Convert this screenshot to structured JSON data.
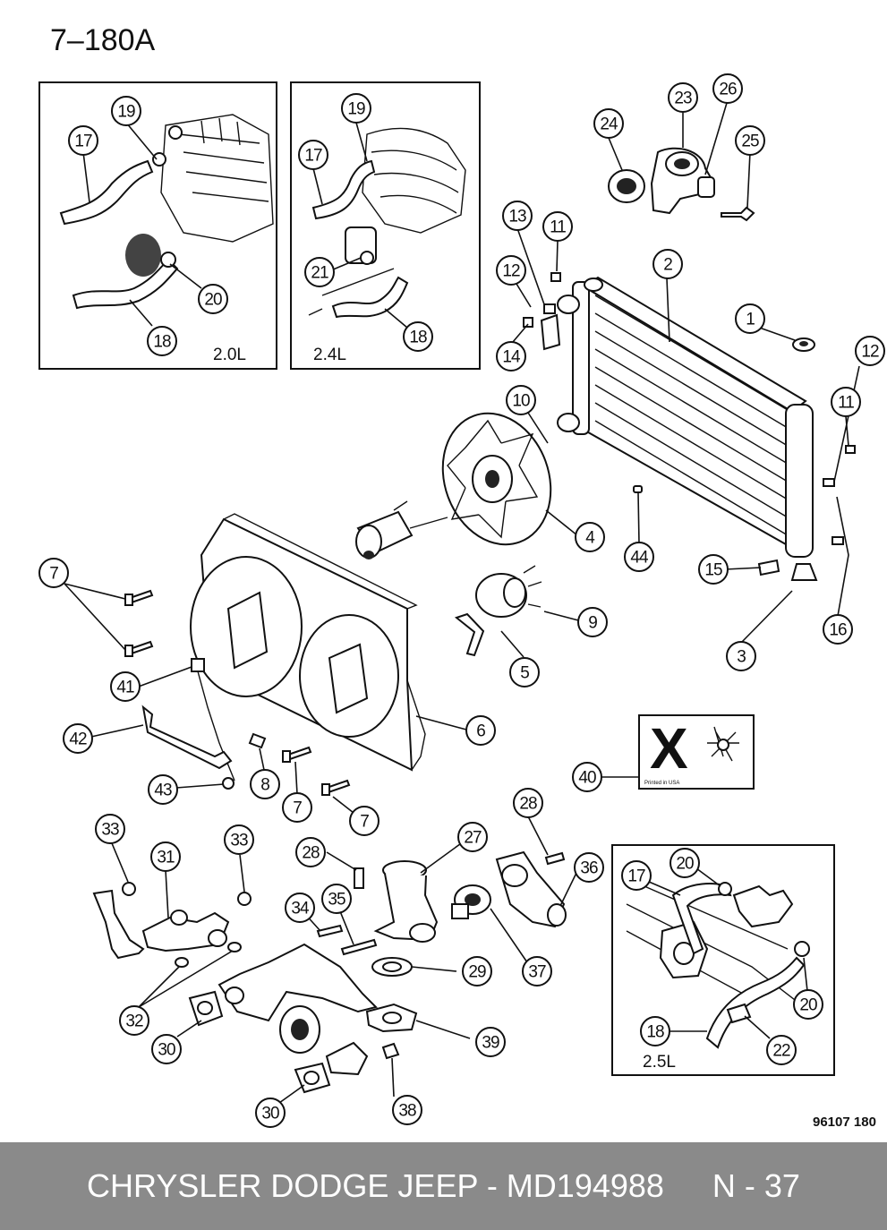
{
  "diagram_code": "7–180A",
  "drawing_number": "96107  180",
  "insets": [
    {
      "label": "2.0L"
    },
    {
      "label": "2.4L"
    },
    {
      "label": "2.5L"
    }
  ],
  "label_40_caption": "Printed in USA",
  "footer": {
    "title": "CHRYSLER DODGE JEEP - MD194988",
    "page": "N - 37"
  },
  "callouts": [
    "1",
    "2",
    "3",
    "4",
    "5",
    "6",
    "7",
    "8",
    "9",
    "10",
    "11",
    "12",
    "13",
    "14",
    "15",
    "16",
    "17",
    "18",
    "19",
    "20",
    "21",
    "22",
    "23",
    "24",
    "25",
    "26",
    "27",
    "28",
    "29",
    "30",
    "31",
    "32",
    "33",
    "34",
    "35",
    "36",
    "37",
    "38",
    "39",
    "40",
    "41",
    "42",
    "43",
    "44"
  ]
}
